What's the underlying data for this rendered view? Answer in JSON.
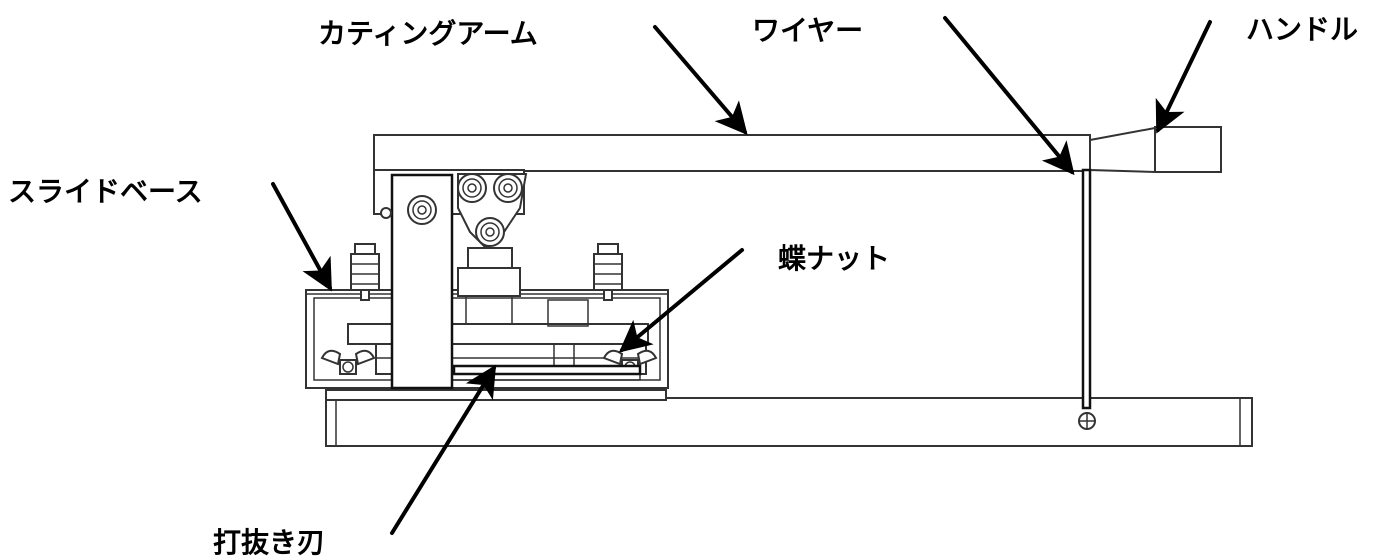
{
  "labels": {
    "cutting_arm": "カティングアーム",
    "wire": "ワイヤー",
    "handle": "ハンドル",
    "slide_base": "スライドベース",
    "wing_nut": "蝶ナット",
    "punch_blade": "打抜き刃"
  }
}
